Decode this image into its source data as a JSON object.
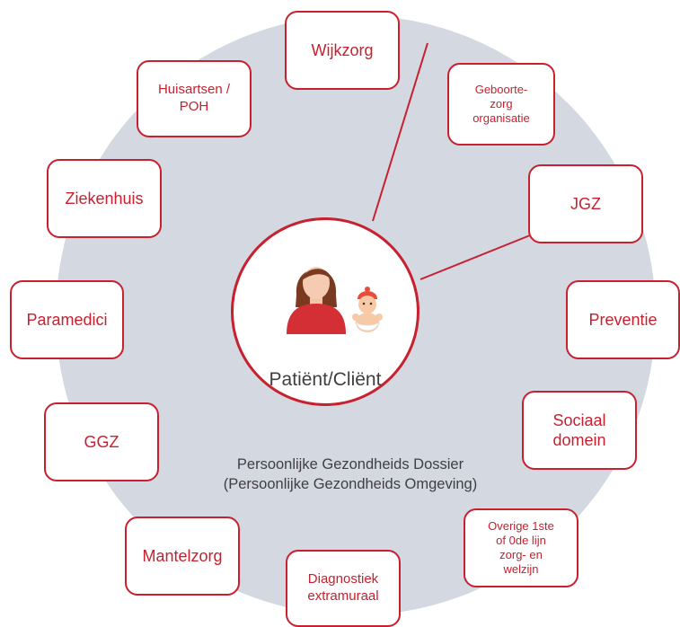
{
  "center": {
    "label": "Patiënt/Cliënt"
  },
  "dossier": {
    "line1": "Persoonlijke Gezondheids Dossier",
    "line2": "(Persoonlijke Gezondheids Omgeving)"
  },
  "boxes": {
    "wijkzorg": "Wijkzorg",
    "geboortezorg": "Geboorte-\nzorg\norganisatie",
    "jgz": "JGZ",
    "preventie": "Preventie",
    "sociaal": "Sociaal\ndomein",
    "overige": "Overige 1ste\nof 0de lijn\nzorg- en\nwelzijn",
    "diagnostiek": "Diagnostiek\nextramuraal",
    "mantelzorg": "Mantelzorg",
    "ggz": "GGZ",
    "paramedici": "Paramedici",
    "ziekenhuis": "Ziekenhuis",
    "huisartsen": "Huisartsen /\nPOH"
  },
  "colors": {
    "accent": "#c8202f",
    "circle": "#d3d8e1",
    "text": "#3f3f3f"
  },
  "icons": [
    "woman-icon",
    "baby-icon"
  ]
}
